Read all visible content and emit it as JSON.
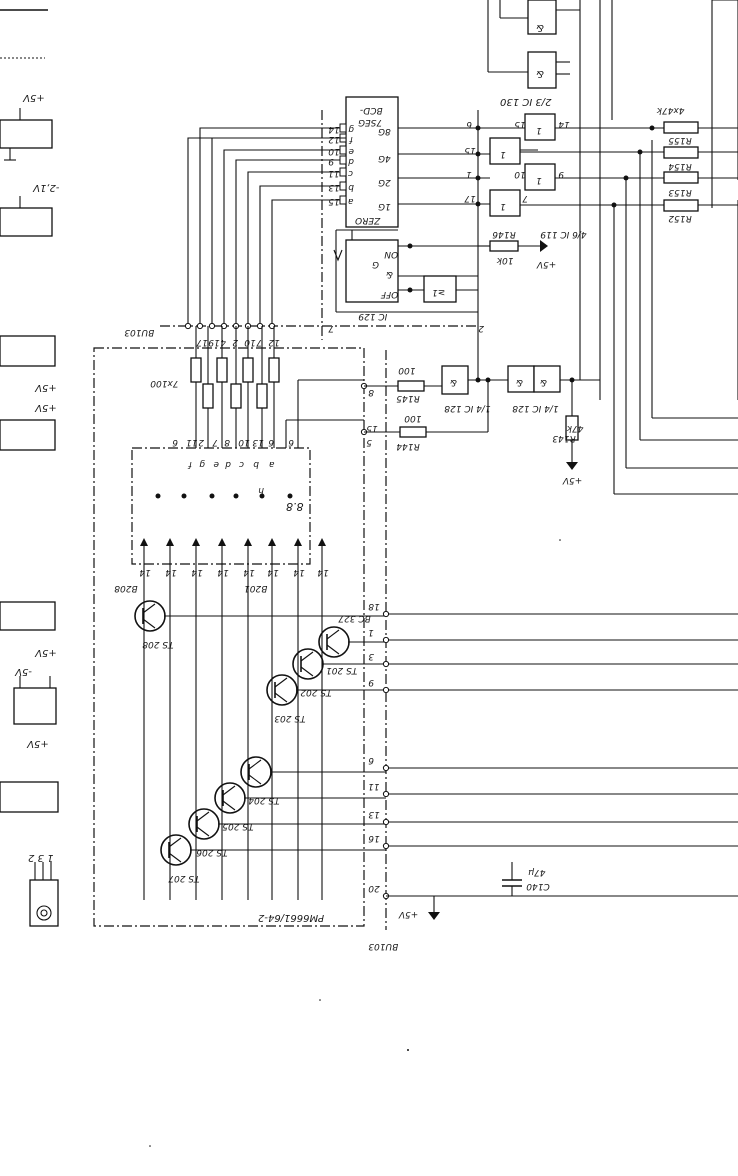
{
  "page": {
    "labels": {
      "board": "PM6661/64-2",
      "connector_top": "BU103",
      "connector_bottom": "BU103",
      "display": "B201",
      "digit_left": "B208",
      "ic_decoder_a": "BCD-",
      "ic_decoder_b": "7SEG",
      "ic_decoder_zero": "ZERO",
      "ic129": "IC 129",
      "ic128a": "1/4 IC 128",
      "ic128b": "1/4 IC 128",
      "ic119": "4/6 IC 119",
      "ic130": "2/3 IC 130",
      "res_array_top": "4x47k",
      "res_array_mid": "7x100",
      "r155": "R155",
      "r154": "R154",
      "r153": "R153",
      "r152": "R152",
      "r146": "R146",
      "r146_val": "10k",
      "r145": "R145",
      "r145_val": "100",
      "r144": "R144",
      "r144_val": "100",
      "r143": "R143",
      "r143_val": "47k",
      "c140": "C140",
      "c140_val": "47µ",
      "v5_a": "+5V",
      "v5_b": "+5V",
      "v5_c": "+5V",
      "on": "ON",
      "off": "OFF",
      "ts201": "TS 201",
      "ts202": "TS 202",
      "ts203": "TS 203",
      "ts204": "TS 204",
      "ts205": "TS 205",
      "ts206": "TS 206",
      "ts207": "TS 207",
      "ts208": "TS 208",
      "bc327": "BC 327",
      "left_v1": "+5V",
      "left_v2": "-2,1V",
      "left_v3": "+5V",
      "left_v4": "+5V",
      "left_v5": "+5V",
      "left_v6": "-5V",
      "left_v7": "+5V",
      "reg_pins": "1 3 2"
    },
    "seg_pins": [
      "g",
      "f",
      "e",
      "d",
      "c",
      "b",
      "a"
    ],
    "seg_nums": [
      "14",
      "12",
      "10",
      "9",
      "11",
      "13",
      "15"
    ],
    "bu_pins": [
      "17",
      "19",
      "4",
      "2",
      "10",
      "7",
      "12"
    ],
    "disp_pins_top": [
      "6",
      "11",
      "2",
      "7",
      "8",
      "10",
      "13",
      "6",
      "6"
    ],
    "disp_segs": [
      "f",
      "g",
      "e",
      "d",
      "c",
      "b",
      "a"
    ],
    "conn_pins": [
      "18",
      "1",
      "3",
      "9",
      "6",
      "11",
      "13",
      "16",
      "20"
    ],
    "digit_pins": [
      "14",
      "14",
      "14",
      "14",
      "14",
      "14",
      "14",
      "14"
    ]
  }
}
